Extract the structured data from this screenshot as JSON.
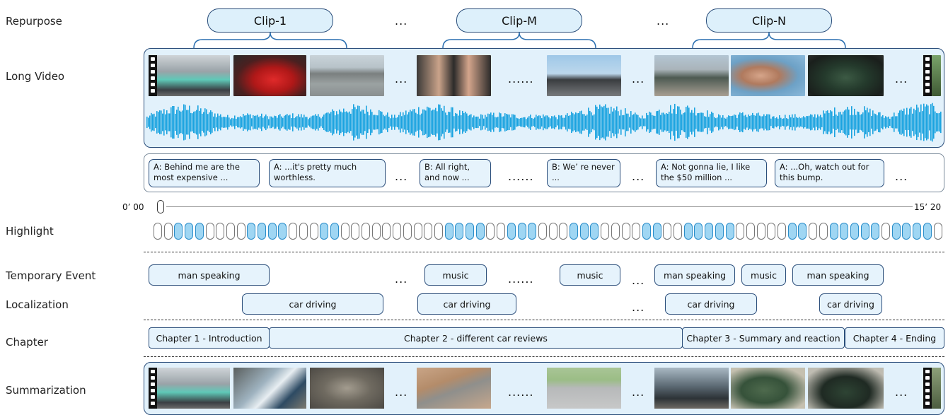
{
  "labels": {
    "repurpose": "Repurpose",
    "long_video": "Long Video",
    "highlight": "Highlight",
    "temporary_event": "Temporary Event",
    "localization": "Localization",
    "chapter": "Chapter",
    "summarization": "Summarization"
  },
  "clips": [
    "Clip-1",
    "Clip-M",
    "Clip-N"
  ],
  "ellipsis": "...",
  "ellipsis_long": "......",
  "subtitles": [
    "A: Behind me are the most expensive ...",
    "A: ...it's pretty much worthless.",
    "B: All right, and now ...",
    "B: We’ re never ...",
    "A: Not gonna lie, I like the $50 million ...",
    "A: ...Oh, watch out for this bump."
  ],
  "timeline": {
    "start": "0’ 00",
    "end": "15’ 20"
  },
  "highlight": {
    "count": 76,
    "active": [
      2,
      3,
      4,
      9,
      10,
      11,
      12,
      16,
      17,
      28,
      29,
      30,
      31,
      34,
      35,
      36,
      40,
      41,
      42,
      47,
      48,
      51,
      52,
      53,
      54,
      55,
      61,
      62,
      65,
      66,
      67,
      68,
      69,
      71,
      72,
      73,
      74
    ]
  },
  "events": {
    "temporary": [
      "man speaking",
      "music",
      "music",
      "man speaking",
      "music",
      "man speaking"
    ],
    "localization": [
      "car driving",
      "car driving",
      "car driving",
      "car driving"
    ]
  },
  "chapters": [
    "Chapter 1 - Introduction",
    "Chapter 2 - different car reviews",
    "Chapter 3 - Summary and reaction",
    "Chapter 4 - Ending"
  ],
  "colors": {
    "accent_fill": "#ddf0fb",
    "border": "#2a4d7a",
    "waveform": "#1aa3e0",
    "highlight_on": "#9fd6f3"
  }
}
